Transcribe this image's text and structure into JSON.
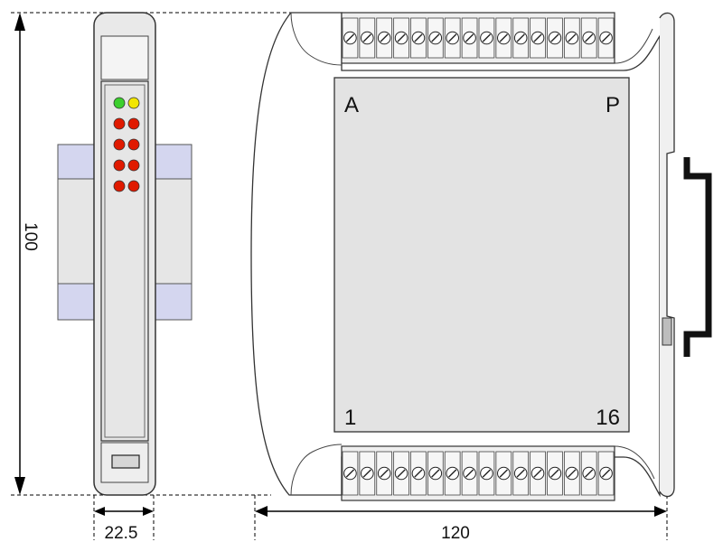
{
  "dimensions": {
    "height": "100",
    "width_front": "22.5",
    "depth": "120"
  },
  "panel_labels": {
    "top_left": "A",
    "top_right": "P",
    "bottom_left": "1",
    "bottom_right": "16"
  },
  "led_rows": [
    [
      "green",
      "yellow"
    ],
    [
      "red",
      "red"
    ],
    [
      "red",
      "red"
    ],
    [
      "red",
      "red"
    ],
    [
      "red",
      "red"
    ]
  ],
  "terminal_count_per_block": 16,
  "colors": {
    "housing": "#e9e9e9",
    "panel": "#e3e3e3",
    "rail_clip": "#d4d6ef",
    "led_green": "#3ccf2e",
    "led_yellow": "#f2e600",
    "led_red": "#e01a00",
    "din_rail": "#111111"
  }
}
